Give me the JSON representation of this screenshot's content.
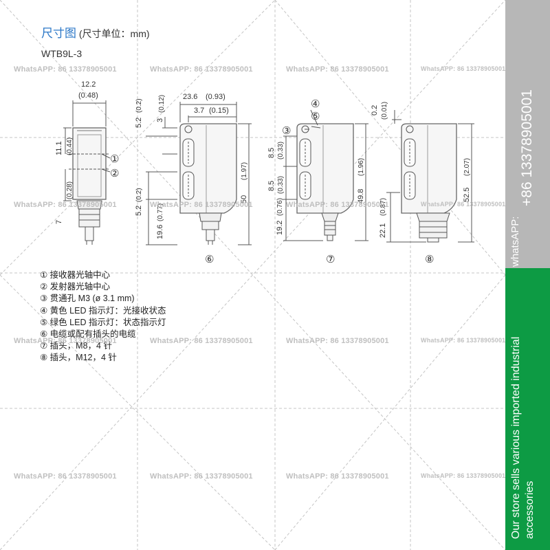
{
  "header": {
    "title": "尺寸图",
    "subtitle": "(尺寸单位：mm)",
    "model": "WTB9L-3"
  },
  "dimensions": {
    "front_width": "12.2",
    "front_width_in": "(0.48)",
    "front_upper": "11.1",
    "front_upper_in": "(0.44)",
    "front_lower": "7",
    "front_lower_in": "(0.28)",
    "side_width": "23.6",
    "side_width_in": "(0.93)",
    "side_offset": "3.7",
    "side_offset_in": "(0.15)",
    "side_top": "3",
    "side_top_in": "(0.12)",
    "side_gap": "5.2",
    "side_gap_in": "(0.2)",
    "side_gap2": "5.2",
    "side_gap2_in": "(0.2)",
    "side_height": "50",
    "side_height_in": "(1.97)",
    "side_cable": "19.6",
    "side_cable_in": "(0.77)",
    "m8_pitch1": "8.5",
    "m8_pitch1_in": "(0.33)",
    "m8_pitch2": "8.5",
    "m8_pitch2_in": "(0.33)",
    "m8_height": "49.8",
    "m8_height_in": "(1.96)",
    "m8_plug": "19.2",
    "m8_plug_in": "(0.76)",
    "m12_top": "0.2",
    "m12_top_in": "(0.01)",
    "m12_height": "52.5",
    "m12_height_in": "(2.07)",
    "m12_plug": "22.1",
    "m12_plug_in": "(0.87)"
  },
  "callouts": {
    "c1": "①",
    "c2": "②",
    "c3": "③",
    "c4": "④",
    "c5": "⑤",
    "c6": "⑥",
    "c7": "⑦",
    "c8": "⑧"
  },
  "legend": [
    "① 接收器光轴中心",
    "② 发射器光轴中心",
    "③ 贯通孔 M3 (ø 3.1 mm)",
    "④ 黄色 LED 指示灯：光接收状态",
    "⑤ 绿色 LED 指示灯：状态指示灯",
    "⑥ 电缆或配有插头的电缆",
    "⑦ 插头，M8，4 针",
    "⑧ 插头，M12，4 针"
  ],
  "watermark": "WhatsAPP: 86 13378905001",
  "sidebar": {
    "phone_label": "whatsAPP:",
    "phone_number": "+86 13378905001",
    "tagline_line1": "Our store sells various imported industrial",
    "tagline_line2": "accessories"
  },
  "colors": {
    "sidebar_gray": "#b7b7b7",
    "sidebar_green": "#0d9b44",
    "title_blue": "#2b77c7"
  }
}
